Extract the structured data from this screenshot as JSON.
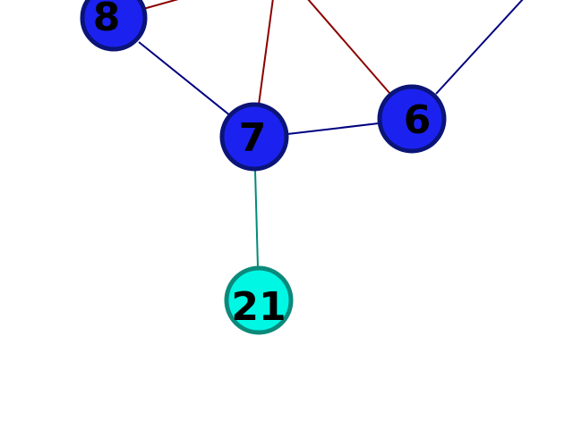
{
  "colors": {
    "node_blue_fill": "#1b22f0",
    "node_blue_stroke": "#0b1477",
    "node_cyan_fill": "#00f7e4",
    "node_cyan_stroke": "#0b8a7b",
    "edge_red": "#8b0000",
    "edge_blue": "#000080",
    "edge_teal": "#008b7b"
  },
  "nodes": [
    {
      "id": "8",
      "label": "8",
      "kind": "blue"
    },
    {
      "id": "7",
      "label": "7",
      "kind": "blue"
    },
    {
      "id": "6",
      "label": "6",
      "kind": "blue"
    },
    {
      "id": "21",
      "label": "21",
      "kind": "cyan"
    }
  ],
  "edges": [
    {
      "from": "8",
      "to": "offscreen-top",
      "color": "red"
    },
    {
      "from": "8",
      "to": "7",
      "color": "blue"
    },
    {
      "from": "7",
      "to": "offscreen-top",
      "color": "red"
    },
    {
      "from": "6",
      "to": "offscreen-top",
      "color": "red"
    },
    {
      "from": "6",
      "to": "offscreen-top-right",
      "color": "blue"
    },
    {
      "from": "7",
      "to": "6",
      "color": "blue"
    },
    {
      "from": "7",
      "to": "21",
      "color": "teal"
    }
  ]
}
